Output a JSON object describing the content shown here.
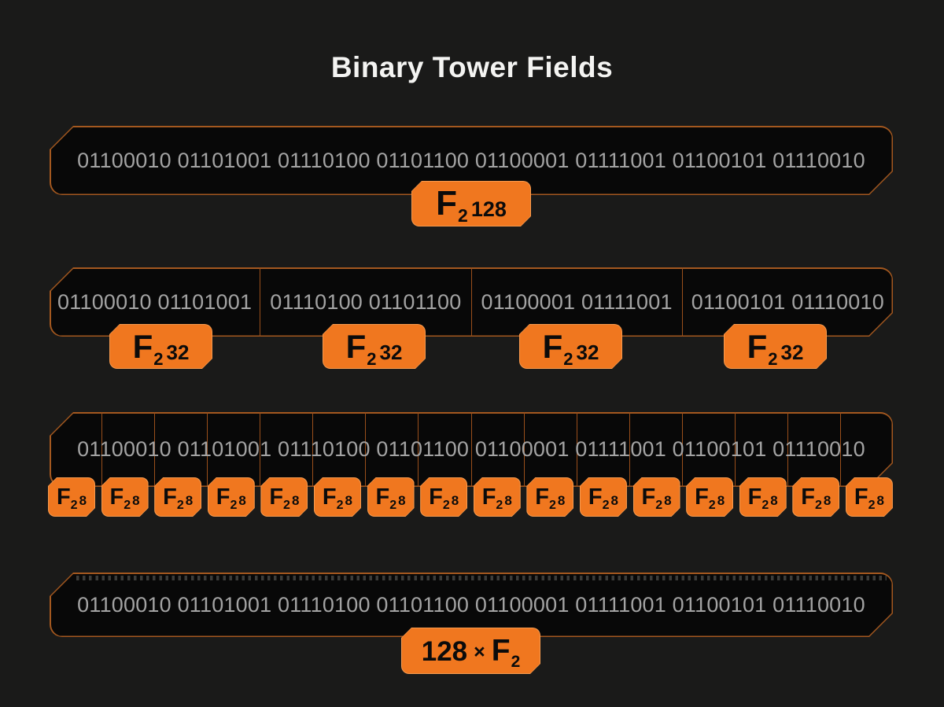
{
  "title": "Binary Tower Fields",
  "binary_full": "01100010 01101001 01110100 01101100 01100001 01111001 01100101 01110010",
  "level_32_cells": [
    "01100010 01101001",
    "01110100 01101100",
    "01100001 01111001",
    "01100101 01110010"
  ],
  "badges": {
    "f128": {
      "base": "F",
      "sub": "2",
      "sup": "128"
    },
    "f32": {
      "base": "F",
      "sub": "2",
      "sup": "32"
    },
    "f8": {
      "base": "F",
      "sub": "2",
      "sup": "8"
    },
    "bits": {
      "prefix": "128",
      "times": "×",
      "base": "F",
      "sub": "2"
    }
  },
  "colors": {
    "accent_orange": "#f0771f",
    "badge_edge": "#f79a4e",
    "box_border": "#a4581f",
    "divider": "#9a4f1b",
    "box_fill": "#080808",
    "page_bg": "#1a1a19",
    "binary_text": "#a3a3a3",
    "tick": "#3c3c3a",
    "title_text": "#f4f4f2",
    "badge_text": "#0b0b0b"
  }
}
